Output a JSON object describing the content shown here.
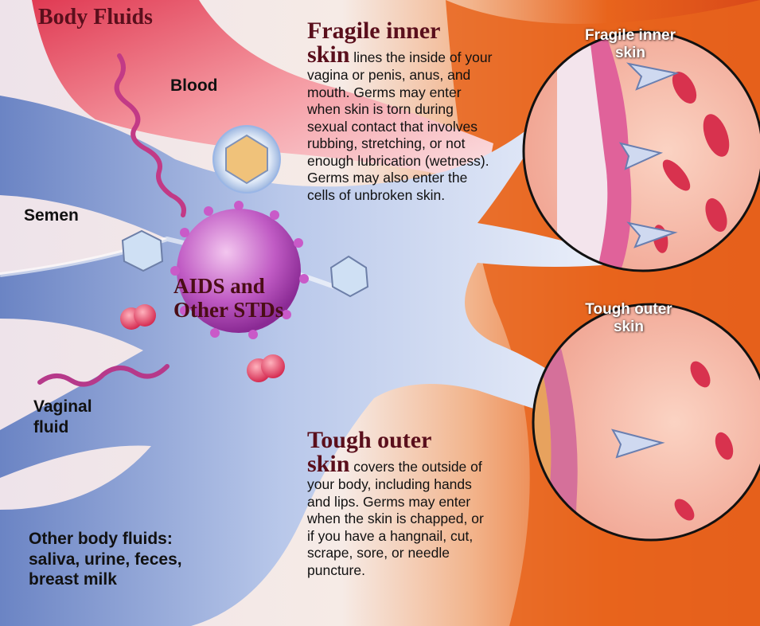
{
  "title": "Body Fluids",
  "fluids": {
    "blood": "Blood",
    "semen": "Semen",
    "vaginal_fluid": "Vaginal fluid",
    "other_fluids": "Other body fluids: saliva, urine, feces, breast milk"
  },
  "center_label": "AIDS and Other STDs",
  "fragile": {
    "heading_line1": "Fragile inner",
    "heading_line2": "skin",
    "text": "lines the inside of your vagina or penis, anus, and mouth. Germs may enter when skin is torn during sexual contact that involves rubbing, stretching, or not enough lubrication (wetness). Germs may also enter the cells of unbroken skin.",
    "circle_label": "Fragile inner skin"
  },
  "tough": {
    "heading_line1": "Tough outer",
    "heading_line2": "skin",
    "text": "covers the outside of your body, including hands and lips. Germs may enter when the skin is chapped, or if you have a hangnail, cut, scrape, sore, or needle puncture.",
    "circle_label": "Tough outer skin"
  },
  "colors": {
    "hand_blue": "#8fa8d6",
    "red_flow": "#d9334a",
    "orange_bg": "#e8641c",
    "skin_pink": "#f3b8a6",
    "heading_maroon": "#5a0f1c"
  }
}
